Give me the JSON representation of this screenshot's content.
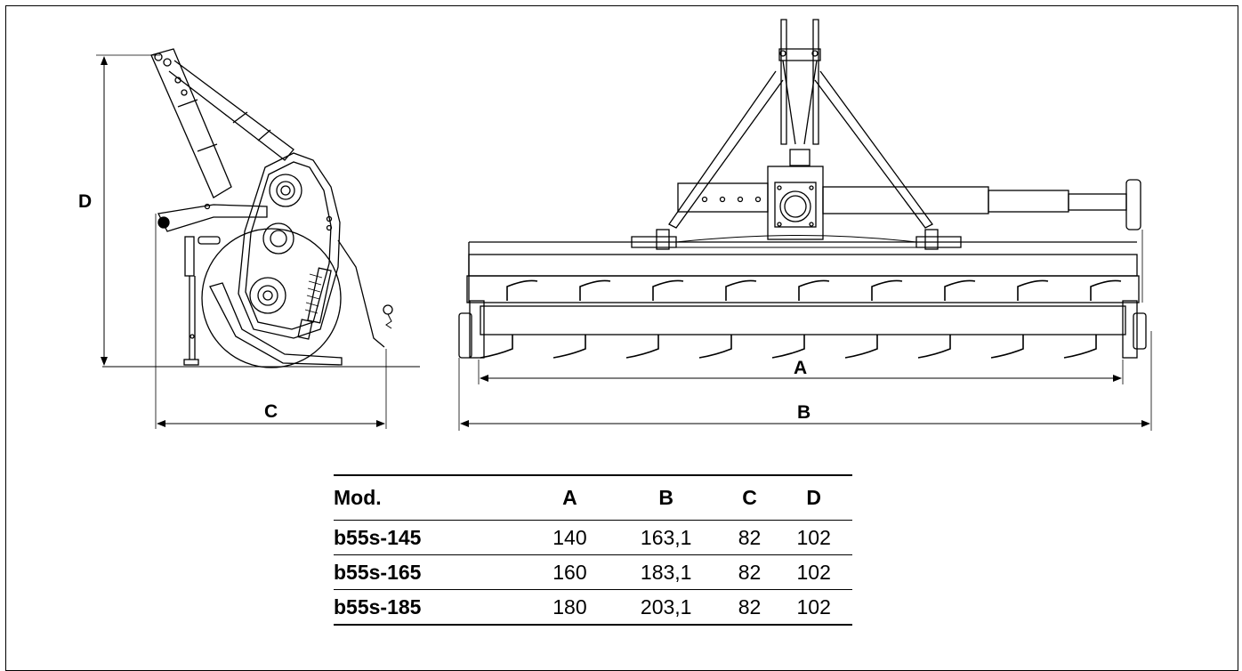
{
  "dimensions": {
    "a": "A",
    "b": "B",
    "c": "C",
    "d": "D"
  },
  "table": {
    "headers": [
      "Mod.",
      "A",
      "B",
      "C",
      "D"
    ],
    "rows": [
      {
        "model": "b55s-145",
        "a": "140",
        "b": "163,1",
        "c": "82",
        "d": "102"
      },
      {
        "model": "b55s-165",
        "a": "160",
        "b": "183,1",
        "c": "82",
        "d": "102"
      },
      {
        "model": "b55s-185",
        "a": "180",
        "b": "203,1",
        "c": "82",
        "d": "102"
      }
    ]
  }
}
